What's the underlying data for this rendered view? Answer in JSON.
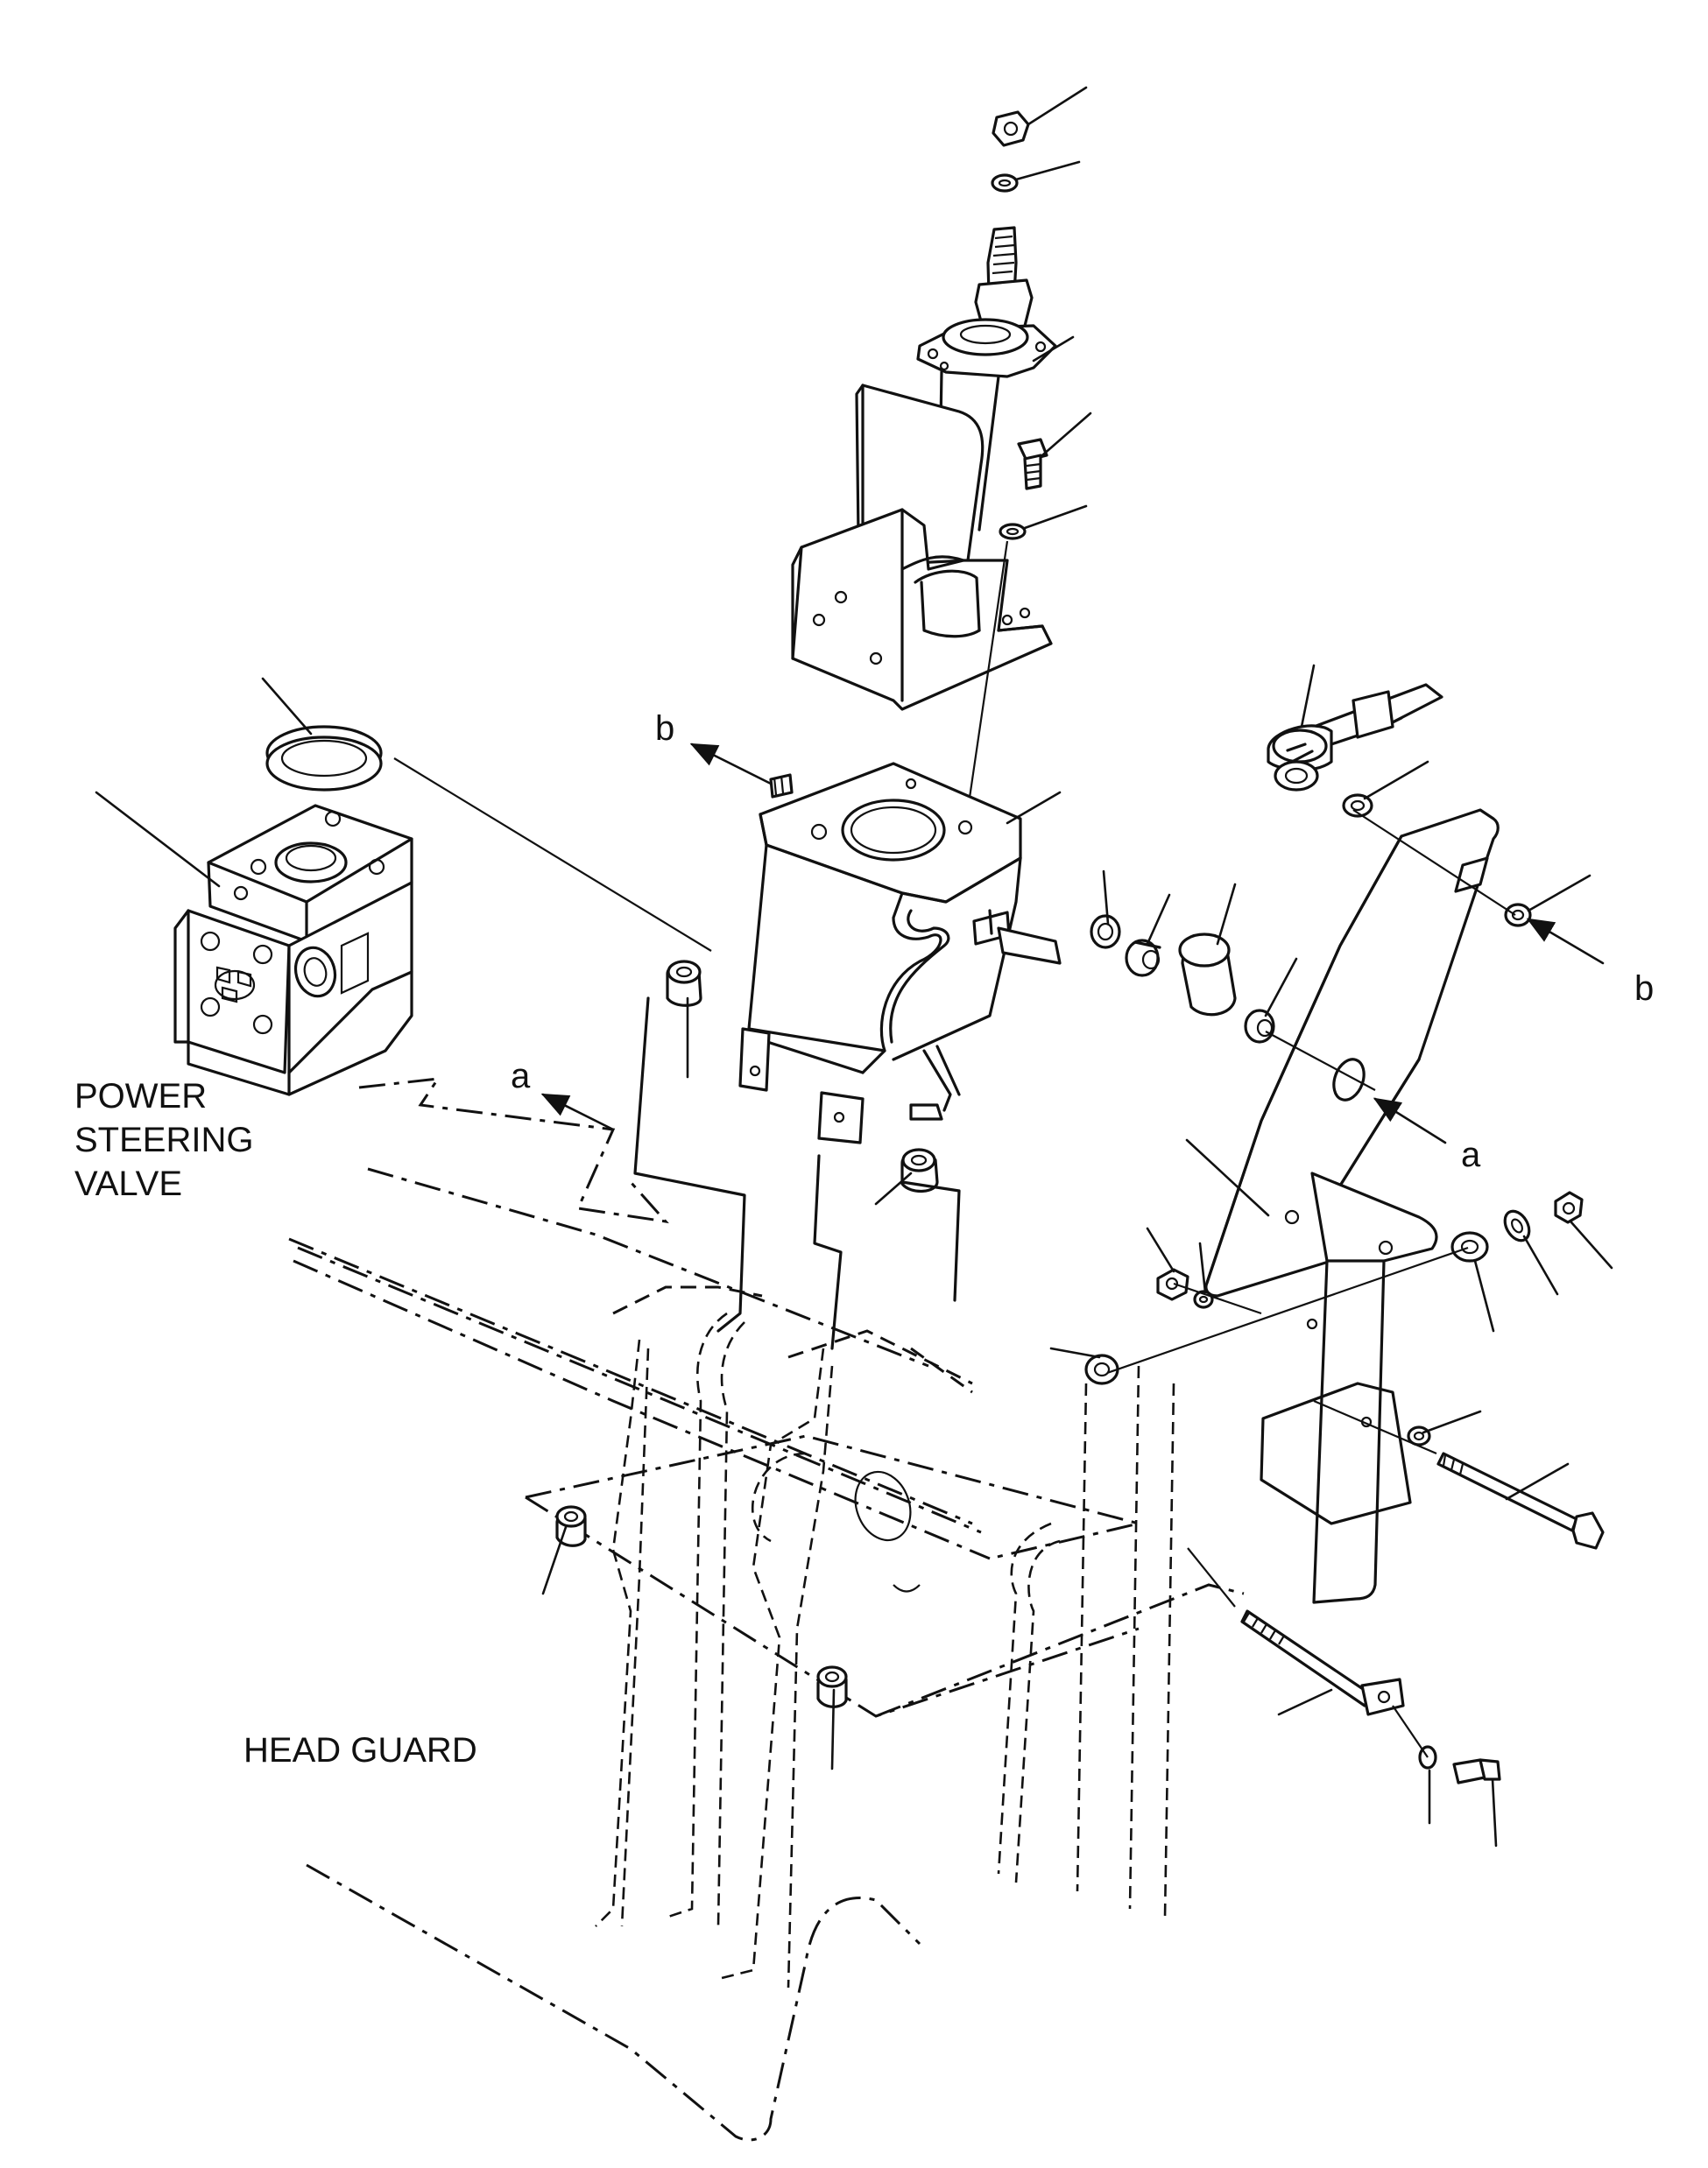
{
  "labels": {
    "power_steering_valve": [
      "POWER",
      "STEERING",
      "VALVE"
    ],
    "head_guard": "HEAD GUARD"
  },
  "references": {
    "a_left": "a",
    "a_right": "a",
    "b_left": "b",
    "b_right": "b"
  },
  "colors": {
    "line": "#111111",
    "background": "#ffffff"
  }
}
